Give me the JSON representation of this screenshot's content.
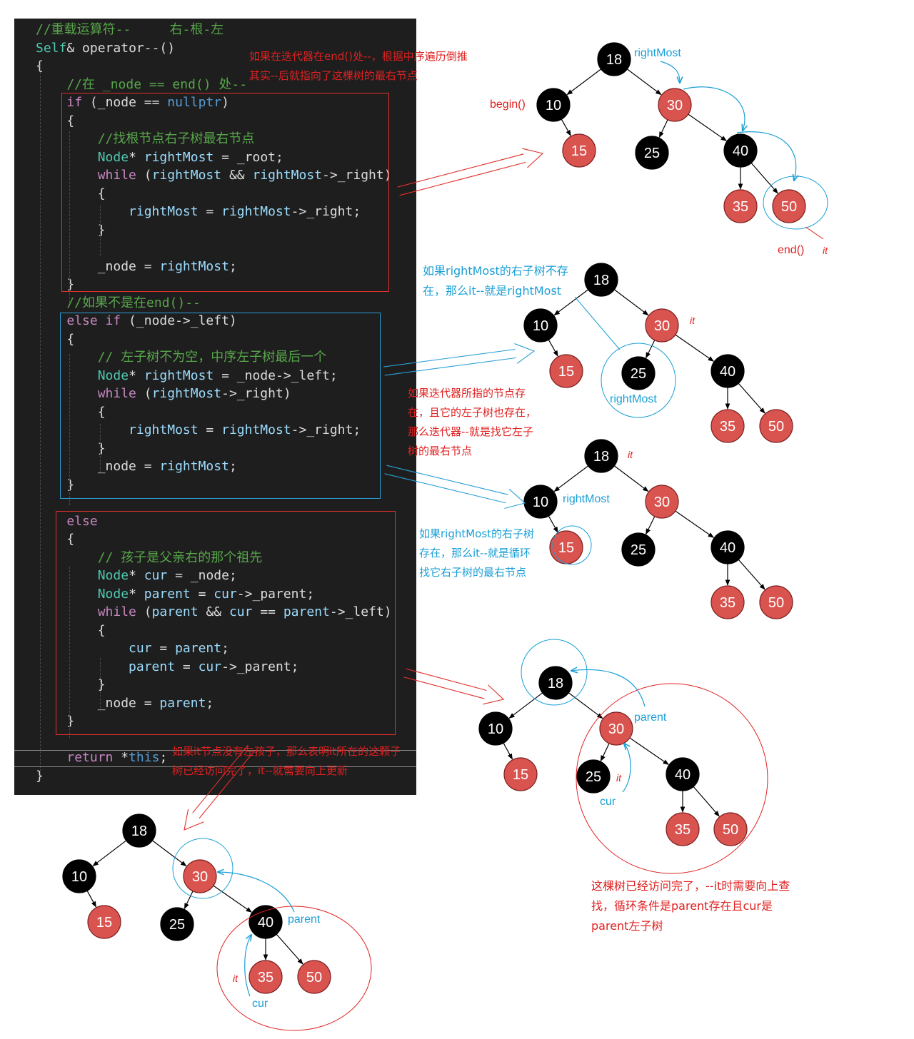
{
  "code": {
    "lines": [
      [
        {
          "t": "//重载运算符--     右-根-左",
          "c": "comment"
        }
      ],
      [
        {
          "t": "Self",
          "c": "type"
        },
        {
          "t": "& ",
          "c": "plain"
        },
        {
          "t": "operator--",
          "c": "plain"
        },
        {
          "t": "()",
          "c": "plain"
        }
      ],
      [
        {
          "t": "{",
          "c": "plain"
        }
      ],
      [
        {
          "t": "    //在 _node == end() 处--",
          "c": "comment"
        }
      ],
      [
        {
          "t": "    ",
          "c": "plain"
        },
        {
          "t": "if",
          "c": "keyword"
        },
        {
          "t": " (",
          "c": "plain"
        },
        {
          "t": "_node",
          "c": "plain"
        },
        {
          "t": " == ",
          "c": "plain"
        },
        {
          "t": "nullptr",
          "c": "builtin"
        },
        {
          "t": ")",
          "c": "plain"
        }
      ],
      [
        {
          "t": "    {",
          "c": "plain"
        }
      ],
      [
        {
          "t": "        //找根节点右子树最右节点",
          "c": "comment"
        }
      ],
      [
        {
          "t": "        ",
          "c": "plain"
        },
        {
          "t": "Node",
          "c": "type"
        },
        {
          "t": "* ",
          "c": "plain"
        },
        {
          "t": "rightMost",
          "c": "var"
        },
        {
          "t": " = ",
          "c": "plain"
        },
        {
          "t": "_root",
          "c": "plain"
        },
        {
          "t": ";",
          "c": "plain"
        }
      ],
      [
        {
          "t": "        ",
          "c": "plain"
        },
        {
          "t": "while",
          "c": "keyword"
        },
        {
          "t": " (",
          "c": "plain"
        },
        {
          "t": "rightMost",
          "c": "var"
        },
        {
          "t": " && ",
          "c": "plain"
        },
        {
          "t": "rightMost",
          "c": "var"
        },
        {
          "t": "->_right)",
          "c": "plain"
        }
      ],
      [
        {
          "t": "        {",
          "c": "plain"
        }
      ],
      [
        {
          "t": "            ",
          "c": "plain"
        },
        {
          "t": "rightMost",
          "c": "var"
        },
        {
          "t": " = ",
          "c": "plain"
        },
        {
          "t": "rightMost",
          "c": "var"
        },
        {
          "t": "->_right;",
          "c": "plain"
        }
      ],
      [
        {
          "t": "        }",
          "c": "plain"
        }
      ],
      [
        {
          "t": "",
          "c": "plain"
        }
      ],
      [
        {
          "t": "        _node = ",
          "c": "plain"
        },
        {
          "t": "rightMost",
          "c": "var"
        },
        {
          "t": ";",
          "c": "plain"
        }
      ],
      [
        {
          "t": "    }",
          "c": "plain"
        }
      ],
      [
        {
          "t": "    //如果不是在end()--",
          "c": "comment"
        }
      ],
      [
        {
          "t": "    ",
          "c": "plain"
        },
        {
          "t": "else if",
          "c": "keyword"
        },
        {
          "t": " (_node->_left)",
          "c": "plain"
        }
      ],
      [
        {
          "t": "    {",
          "c": "plain"
        }
      ],
      [
        {
          "t": "        // 左子树不为空，中序左子树最后一个",
          "c": "comment"
        }
      ],
      [
        {
          "t": "        ",
          "c": "plain"
        },
        {
          "t": "Node",
          "c": "type"
        },
        {
          "t": "* ",
          "c": "plain"
        },
        {
          "t": "rightMost",
          "c": "var"
        },
        {
          "t": " = _node->_left;",
          "c": "plain"
        }
      ],
      [
        {
          "t": "        ",
          "c": "plain"
        },
        {
          "t": "while",
          "c": "keyword"
        },
        {
          "t": " (",
          "c": "plain"
        },
        {
          "t": "rightMost",
          "c": "var"
        },
        {
          "t": "->_right)",
          "c": "plain"
        }
      ],
      [
        {
          "t": "        {",
          "c": "plain"
        }
      ],
      [
        {
          "t": "            ",
          "c": "plain"
        },
        {
          "t": "rightMost",
          "c": "var"
        },
        {
          "t": " = ",
          "c": "plain"
        },
        {
          "t": "rightMost",
          "c": "var"
        },
        {
          "t": "->_right;",
          "c": "plain"
        }
      ],
      [
        {
          "t": "        }",
          "c": "plain"
        }
      ],
      [
        {
          "t": "        _node = ",
          "c": "plain"
        },
        {
          "t": "rightMost",
          "c": "var"
        },
        {
          "t": ";",
          "c": "plain"
        }
      ],
      [
        {
          "t": "    }",
          "c": "plain"
        }
      ],
      [
        {
          "t": "",
          "c": "plain"
        }
      ],
      [
        {
          "t": "    ",
          "c": "plain"
        },
        {
          "t": "else",
          "c": "keyword"
        }
      ],
      [
        {
          "t": "    {",
          "c": "plain"
        }
      ],
      [
        {
          "t": "        // 孩子是父亲右的那个祖先",
          "c": "comment"
        }
      ],
      [
        {
          "t": "        ",
          "c": "plain"
        },
        {
          "t": "Node",
          "c": "type"
        },
        {
          "t": "* ",
          "c": "plain"
        },
        {
          "t": "cur",
          "c": "var"
        },
        {
          "t": " = _node;",
          "c": "plain"
        }
      ],
      [
        {
          "t": "        ",
          "c": "plain"
        },
        {
          "t": "Node",
          "c": "type"
        },
        {
          "t": "* ",
          "c": "plain"
        },
        {
          "t": "parent",
          "c": "var"
        },
        {
          "t": " = ",
          "c": "plain"
        },
        {
          "t": "cur",
          "c": "var"
        },
        {
          "t": "->_parent;",
          "c": "plain"
        }
      ],
      [
        {
          "t": "        ",
          "c": "plain"
        },
        {
          "t": "while",
          "c": "keyword"
        },
        {
          "t": " (",
          "c": "plain"
        },
        {
          "t": "parent",
          "c": "var"
        },
        {
          "t": " && ",
          "c": "plain"
        },
        {
          "t": "cur",
          "c": "var"
        },
        {
          "t": " == ",
          "c": "plain"
        },
        {
          "t": "parent",
          "c": "var"
        },
        {
          "t": "->_left)",
          "c": "plain"
        }
      ],
      [
        {
          "t": "        {",
          "c": "plain"
        }
      ],
      [
        {
          "t": "            ",
          "c": "plain"
        },
        {
          "t": "cur",
          "c": "var"
        },
        {
          "t": " = ",
          "c": "plain"
        },
        {
          "t": "parent",
          "c": "var"
        },
        {
          "t": ";",
          "c": "plain"
        }
      ],
      [
        {
          "t": "            ",
          "c": "plain"
        },
        {
          "t": "parent",
          "c": "var"
        },
        {
          "t": " = ",
          "c": "plain"
        },
        {
          "t": "cur",
          "c": "var"
        },
        {
          "t": "->_parent;",
          "c": "plain"
        }
      ],
      [
        {
          "t": "        }",
          "c": "plain"
        }
      ],
      [
        {
          "t": "        _node = ",
          "c": "plain"
        },
        {
          "t": "parent",
          "c": "var"
        },
        {
          "t": ";",
          "c": "plain"
        }
      ],
      [
        {
          "t": "    }",
          "c": "plain"
        }
      ],
      [
        {
          "t": "",
          "c": "plain"
        }
      ],
      [
        {
          "t": "    ",
          "c": "plain"
        },
        {
          "t": "return",
          "c": "keyword"
        },
        {
          "t": " *",
          "c": "plain"
        },
        {
          "t": "this",
          "c": "builtin"
        },
        {
          "t": ";",
          "c": "plain"
        }
      ],
      [
        {
          "t": "}",
          "c": "plain"
        }
      ]
    ],
    "colors": {
      "comment": "#57a64a",
      "keyword": "#c586c0",
      "type": "#4ec9b0",
      "var": "#9cdcfe",
      "builtin": "#569cd6",
      "plain": "#dcdcdc"
    }
  },
  "notes": {
    "end_case": [
      "如果在迭代器在end()处--，根据中序遍历倒推",
      "其实--后就指向了这棵树的最右节点"
    ],
    "no_right_subtree": [
      "如果rightMost的右子树不存",
      "在，那么it--就是rightMost"
    ],
    "left_exists": [
      "如果迭代器所指的节点存",
      "在，且它的左子树也存在，",
      "那么迭代器--就是找它左子",
      "树的最右节点"
    ],
    "right_subtree_exists": [
      "如果rightMost的右子树",
      "存在，那么it--就是循环",
      "找它右子树的最右节点"
    ],
    "no_left_child": [
      "如果it节点没有左孩子，那么表明it所在的这颗子",
      "树已经访问完了，it--就需要向上更新"
    ],
    "visited_done": [
      "这棵树已经访问完了，--it时需要向上查",
      "找，循环条件是parent存在且cur是",
      "parent左子树"
    ]
  },
  "labels": {
    "rightMost": "rightMost",
    "begin": "begin()",
    "end": "end()",
    "it": "it",
    "parent": "parent",
    "cur": "cur"
  },
  "tree": {
    "nodes": [
      {
        "key": 18,
        "color": "black"
      },
      {
        "key": 10,
        "color": "black"
      },
      {
        "key": 30,
        "color": "red"
      },
      {
        "key": 15,
        "color": "red"
      },
      {
        "key": 25,
        "color": "black"
      },
      {
        "key": 40,
        "color": "black"
      },
      {
        "key": 35,
        "color": "red"
      },
      {
        "key": 50,
        "color": "red"
      }
    ],
    "edges": [
      [
        18,
        10
      ],
      [
        18,
        30
      ],
      [
        10,
        15
      ],
      [
        30,
        25
      ],
      [
        30,
        40
      ],
      [
        40,
        35
      ],
      [
        40,
        50
      ]
    ]
  },
  "palette": {
    "red_node": "#d9534f",
    "black_node": "#000000",
    "annotation_red": "#e02020",
    "annotation_blue": "#1a9fd6",
    "box_red": "#e0302a",
    "box_blue": "#2a9fd6"
  }
}
